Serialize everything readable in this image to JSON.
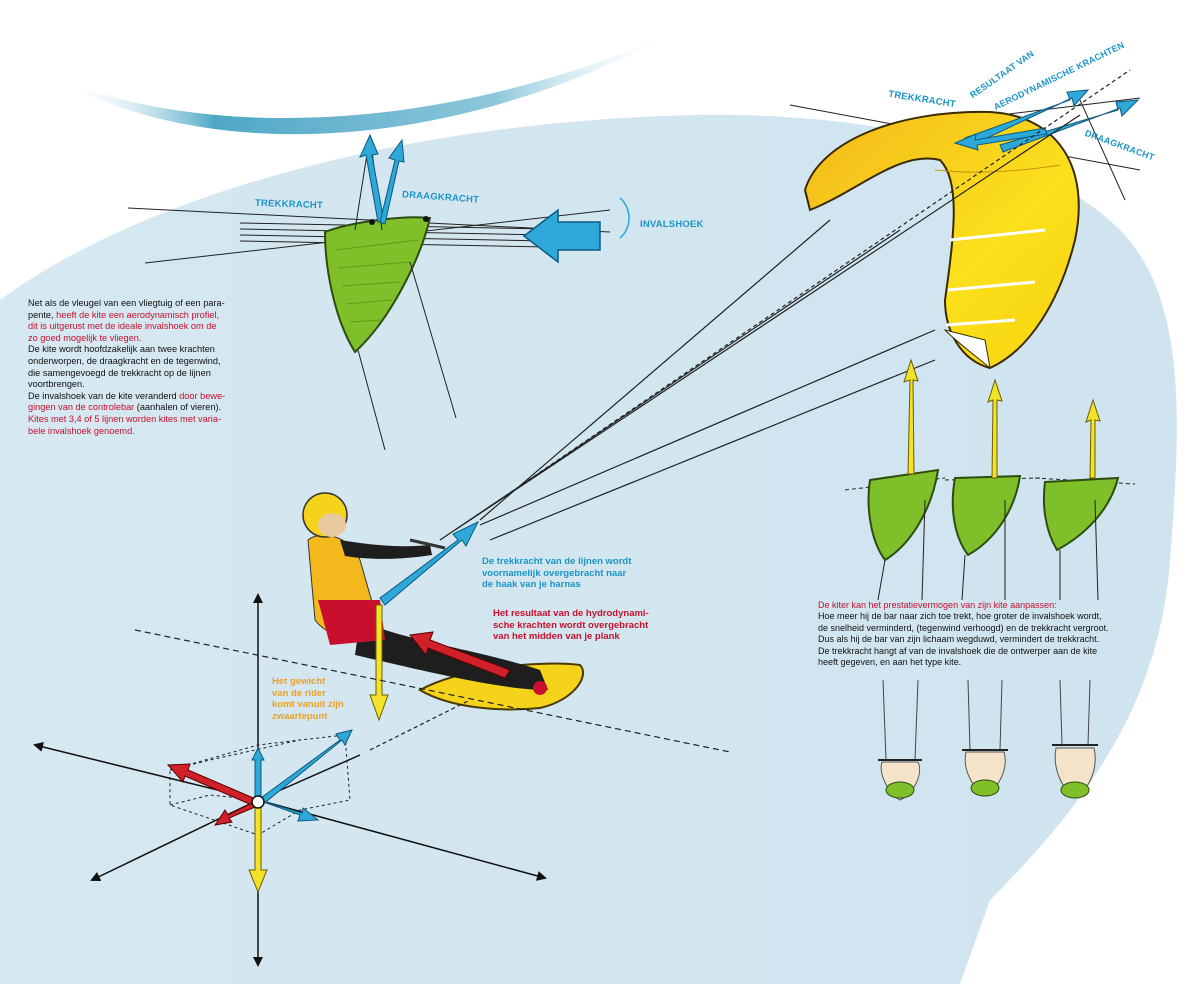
{
  "colors": {
    "background": "#d6e8f1",
    "force_blue": "#2ea8d8",
    "kite_green": "#7fbf2a",
    "kite_yellow": "#f5d21a",
    "weight_yellow": "#f2e22a",
    "hydro_red": "#d0202a",
    "text_red": "#c8102e",
    "label_blue": "#1b95c9",
    "label_orange": "#f0a020"
  },
  "labels": {
    "trekkracht_top": "TREKKRACHT",
    "draagkracht_top": "DRAAGKRACHT",
    "invalshoek": "INVALSHOEK",
    "trekkracht_kite": "TREKKRACHT",
    "resultaat_line1": "RESULTAAT VAN",
    "resultaat_line2": "AERODYNAMISCHE KRACHTEN",
    "draagkracht_kite": "DRAAGKRACHT"
  },
  "intro": {
    "l1": "Net als de vleugel van een vliegtuig of een para-",
    "l2a": "pente, ",
    "l2b": "heeft de kite een aerodynamisch profiel,",
    "l3": "dit is uitgerust met de ideale invalshoek om de",
    "l4": "zo goed mogelijk te vliegen.",
    "l5": "De kite wordt hoofdzakelijk aan twee krachten",
    "l6": "onderworpen, de draagkracht en de tegenwind,",
    "l7": "die samengevoegd de trekkracht op de lijnen",
    "l8": "voortbrengen.",
    "l9a": "De invalshoek van de kite veranderd ",
    "l9b": "door bewe-",
    "l10a": "gingen van de controlebar",
    "l10b": " (aanhalen of vieren).",
    "l11": "Kites met 3,4 of 5 lijnen worden kites met varia-",
    "l12": "bele invalshoek genoemd."
  },
  "captions": {
    "lines_1": "De trekkracht van de lijnen wordt",
    "lines_2": "voornamelijk overgebracht naar",
    "lines_3": "de haak van je harnas",
    "hydro_1": "Het resultaat van de hydrodynami-",
    "hydro_2": "sche krachten wordt overgebracht",
    "hydro_3": "van het midden van je plank",
    "weight_1": "Het gewicht",
    "weight_2": "van de rider",
    "weight_3": "komt vanuit zijn",
    "weight_4": "zwaartepunt"
  },
  "right_text": {
    "l1": "De kiter kan het prestatievermogen van zijn kite aanpassen:",
    "l2": "Hoe meer hij de bar naar zich toe trekt, hoe groter de invalshoek wordt,",
    "l3": "de snelheid verminderd, (tegenwind verhoogd) en de trekkracht vergroot.",
    "l4": "Dus als hij de bar van zijn lichaam wegduwd, vermindert de trekkracht.",
    "l5": "De trekkracht hangt af van de invalshoek die de ontwerper aan de kite",
    "l6": "heeft gegeven, en aan het type kite."
  }
}
